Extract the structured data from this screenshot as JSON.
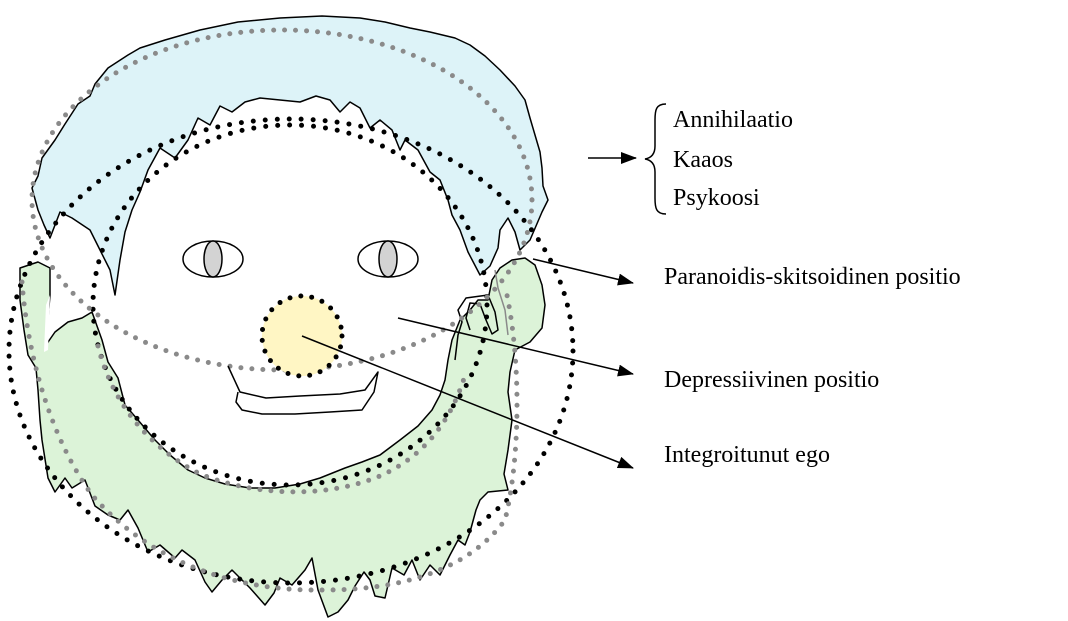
{
  "labels": {
    "group": [
      "Annihilaatio",
      "Kaaos",
      "Psykoosi"
    ],
    "paranoid": "Paranoidis-skitsoidinen positio",
    "depressive": "Depressiivinen positio",
    "ego": "Integroitunut ego"
  },
  "colors": {
    "upper_band": "#ddf3f8",
    "lower_band": "#dcf3d8",
    "core": "#fff6c4",
    "eye": "#d3d3d3",
    "dots_outer": "#000000",
    "dots_band": "#8a8a8a"
  }
}
